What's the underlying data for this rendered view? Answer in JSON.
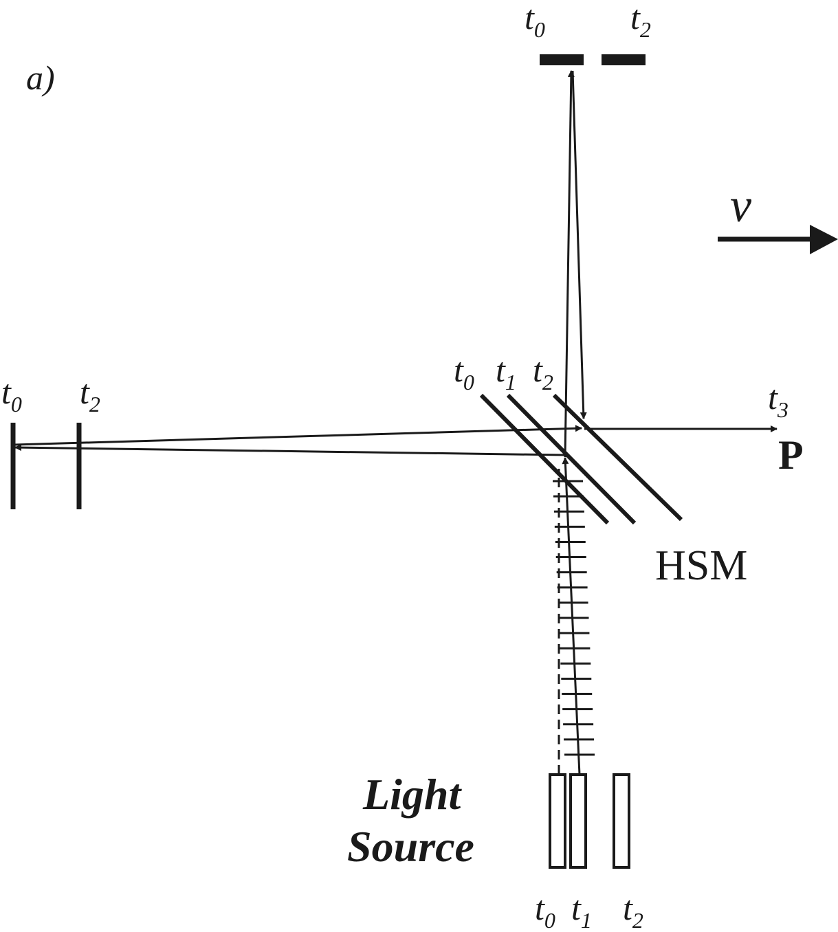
{
  "panel_label": "a)",
  "velocity": {
    "symbol": "v"
  },
  "top_mirror": {
    "positions": [
      {
        "t": "t",
        "sub": "0"
      },
      {
        "t": "t",
        "sub": "2"
      }
    ]
  },
  "left_mirror": {
    "positions": [
      {
        "t": "t",
        "sub": "0"
      },
      {
        "t": "t",
        "sub": "2"
      }
    ]
  },
  "hsm": {
    "label": "HSM",
    "positions": [
      {
        "t": "t",
        "sub": "0"
      },
      {
        "t": "t",
        "sub": "1"
      },
      {
        "t": "t",
        "sub": "2"
      }
    ]
  },
  "output": {
    "time": {
      "t": "t",
      "sub": "3"
    },
    "point_label": "P"
  },
  "light_source": {
    "label_line1": "Light",
    "label_line2": "Source",
    "positions": [
      {
        "t": "t",
        "sub": "0"
      },
      {
        "t": "t",
        "sub": "1"
      },
      {
        "t": "t",
        "sub": "2"
      }
    ]
  },
  "colors": {
    "ink": "#1a1a1a",
    "background": "#ffffff"
  }
}
